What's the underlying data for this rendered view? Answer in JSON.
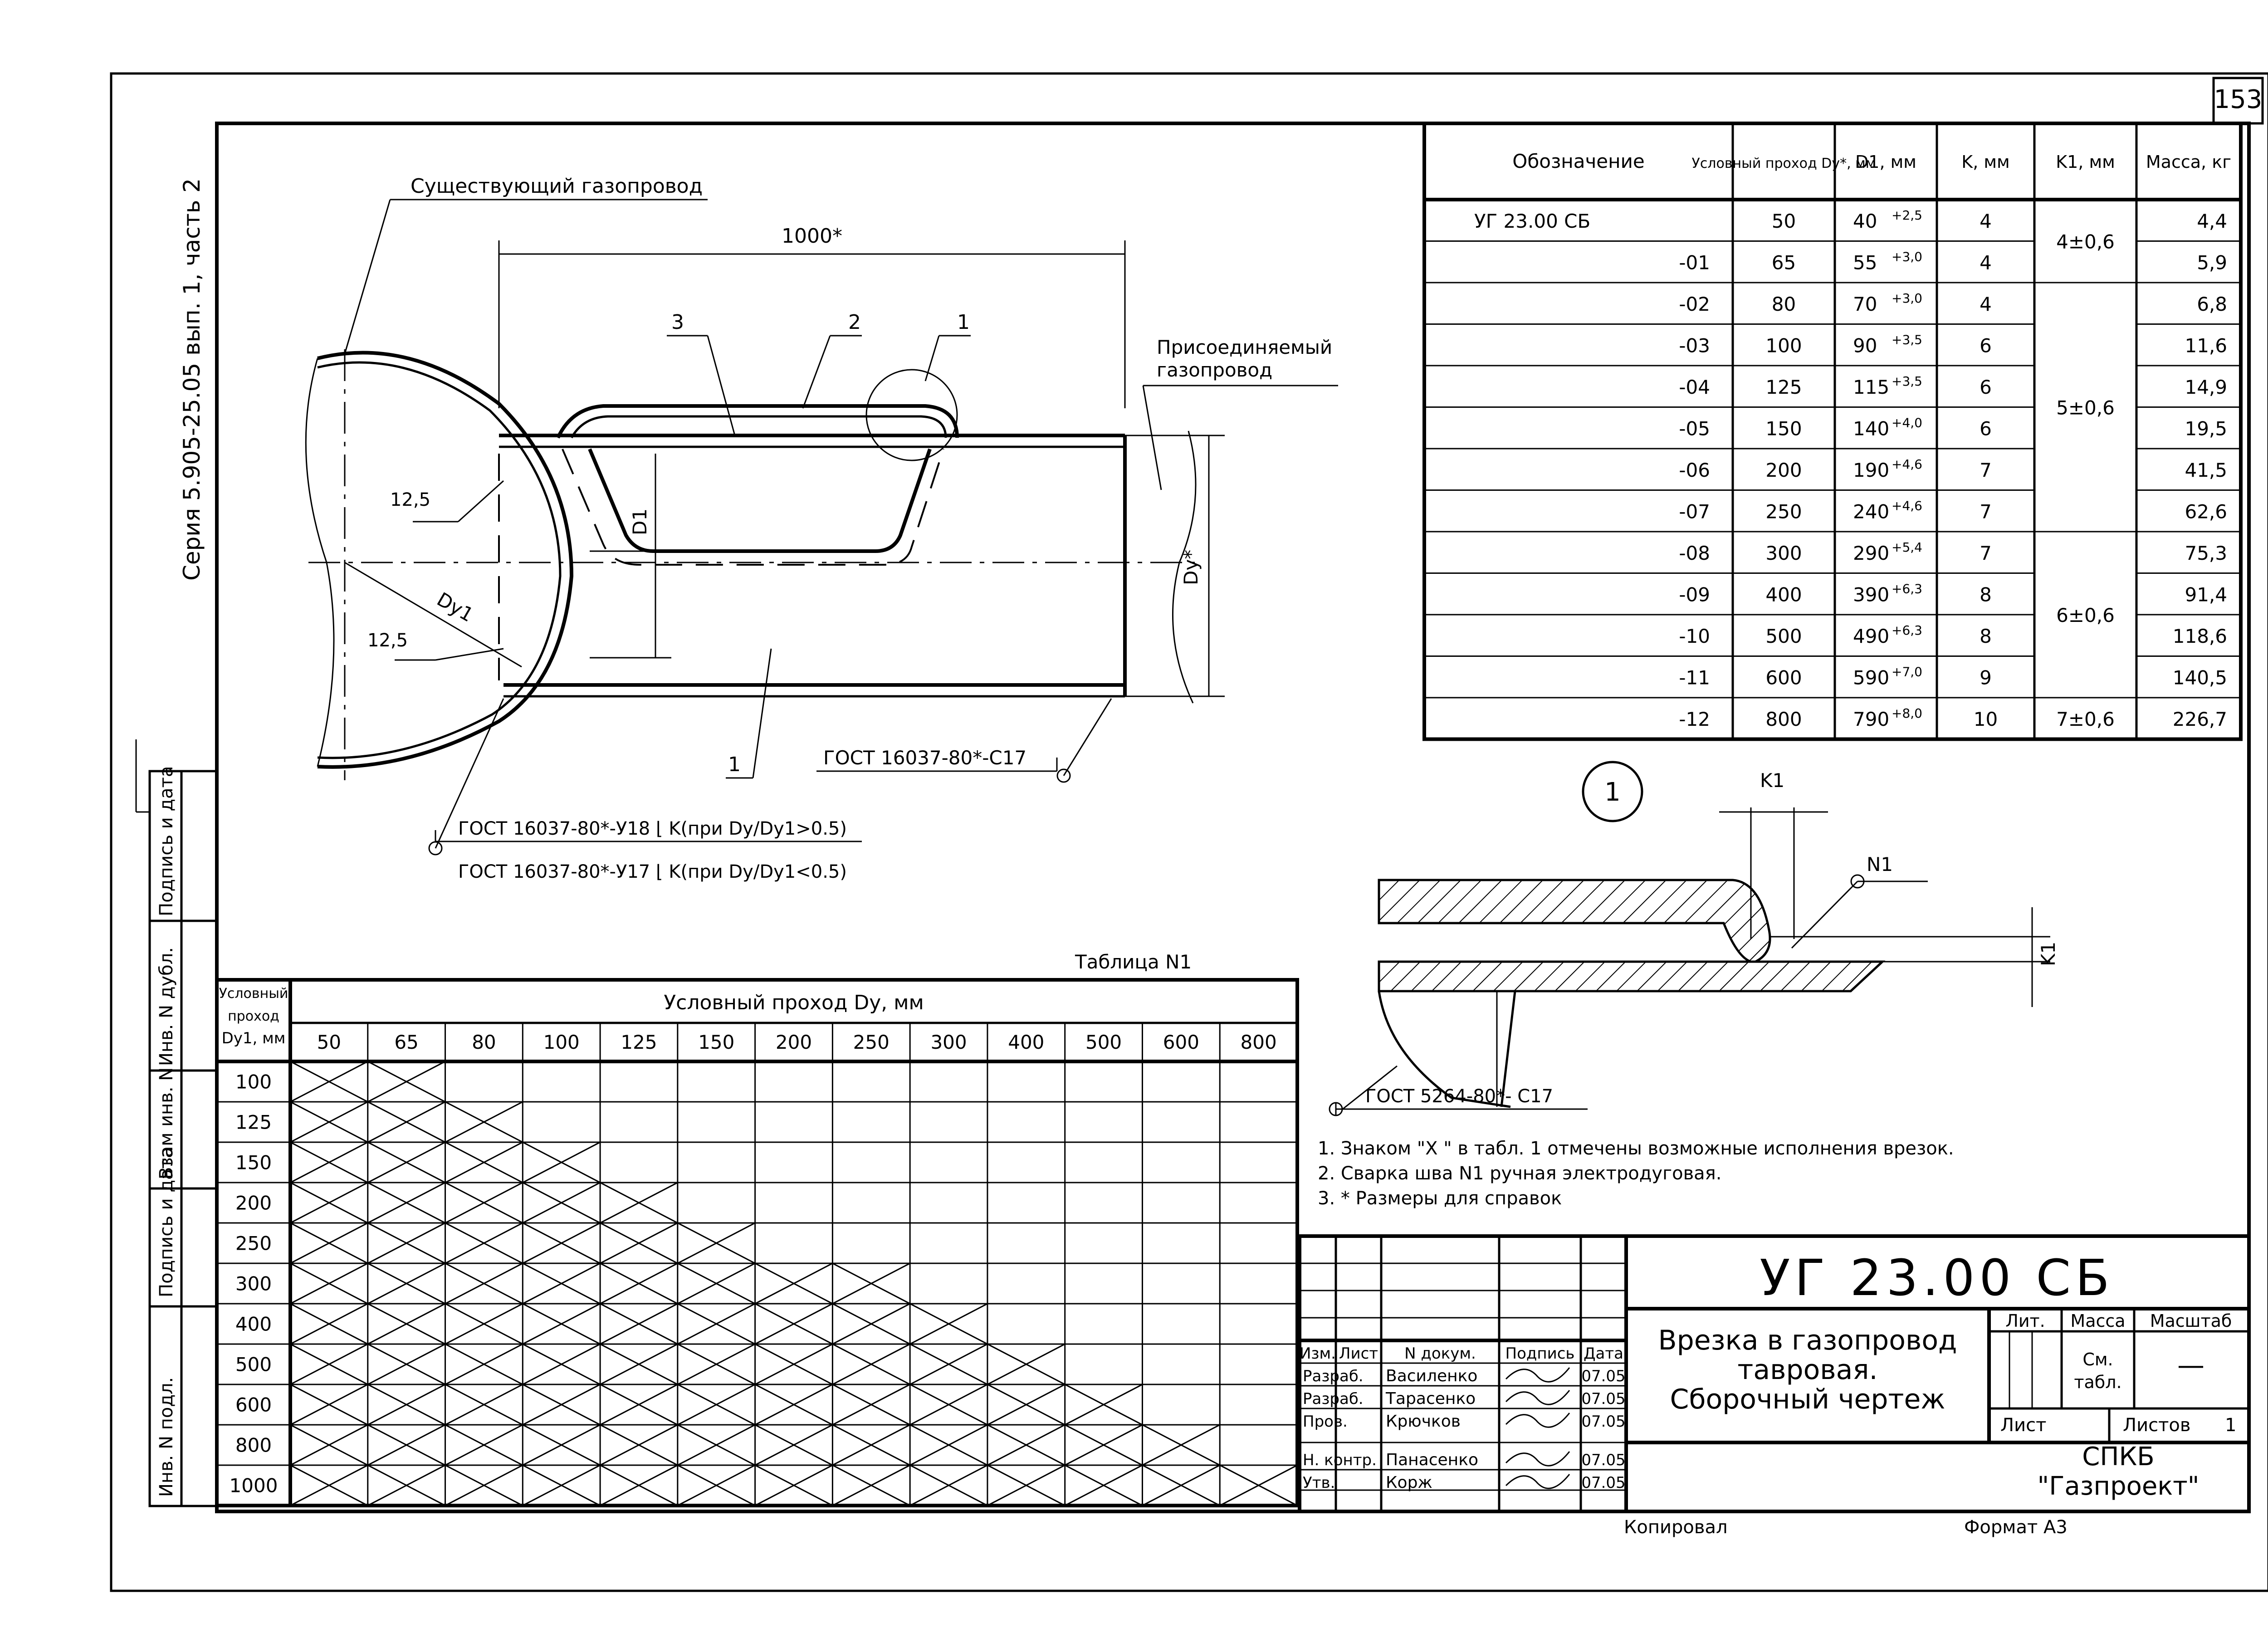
{
  "page_number": "153",
  "series_label": "Серия 5.905-25.05 вып. 1, часть 2",
  "drawing": {
    "existing_pipe_label": "Существующий газопровод",
    "connected_pipe_label_1": "Присоединяемый",
    "connected_pipe_label_2": "газопровод",
    "dim_length": "1000*",
    "dim_d1": "D1",
    "dim_dy": "Dy*",
    "dim_dy1": "Dy1",
    "dim_125_a": "12,5",
    "dim_125_b": "12,5",
    "pos_1": "1",
    "pos_2": "2",
    "pos_3": "3",
    "pos_1_bottom": "1",
    "weld_c17": "ГОСТ 16037-80*-С17",
    "weld_u18": "ГОСТ 16037-80*-У18 ⌊ K(при Dy/Dy1>0.5)",
    "weld_u17": "ГОСТ 16037-80*-У17 ⌊ K(при Dy/Dy1<0.5)"
  },
  "detail": {
    "callout": "1",
    "k1_top": "K1",
    "k1_side": "K1",
    "n1": "N1",
    "weld": "ГОСТ 5264-80*- С17"
  },
  "notes": [
    "1. Знаком \"X \" в табл. 1 отмечены возможные исполнения врезок.",
    "2. Сварка шва N1 ручная электродуговая.",
    "3. * Размеры для справок"
  ],
  "spec_table": {
    "headers": [
      "Обозначение",
      "Условный проход Dy*, мм",
      "D1, мм",
      "K, мм",
      "K1, мм",
      "Масса, кг"
    ],
    "rows": [
      {
        "designation": "УГ 23.00 СБ",
        "dy": "50",
        "d1": "40",
        "tol": "+2,5",
        "k": "4",
        "mass": "4,4"
      },
      {
        "designation": "-01",
        "dy": "65",
        "d1": "55",
        "tol": "+3,0",
        "k": "4",
        "mass": "5,9"
      },
      {
        "designation": "-02",
        "dy": "80",
        "d1": "70",
        "tol": "+3,0",
        "k": "4",
        "mass": "6,8"
      },
      {
        "designation": "-03",
        "dy": "100",
        "d1": "90",
        "tol": "+3,5",
        "k": "6",
        "mass": "11,6"
      },
      {
        "designation": "-04",
        "dy": "125",
        "d1": "115",
        "tol": "+3,5",
        "k": "6",
        "mass": "14,9"
      },
      {
        "designation": "-05",
        "dy": "150",
        "d1": "140",
        "tol": "+4,0",
        "k": "6",
        "mass": "19,5"
      },
      {
        "designation": "-06",
        "dy": "200",
        "d1": "190",
        "tol": "+4,6",
        "k": "7",
        "mass": "41,5"
      },
      {
        "designation": "-07",
        "dy": "250",
        "d1": "240",
        "tol": "+4,6",
        "k": "7",
        "mass": "62,6"
      },
      {
        "designation": "-08",
        "dy": "300",
        "d1": "290",
        "tol": "+5,4",
        "k": "7",
        "mass": "75,3"
      },
      {
        "designation": "-09",
        "dy": "400",
        "d1": "390",
        "tol": "+6,3",
        "k": "8",
        "mass": "91,4"
      },
      {
        "designation": "-10",
        "dy": "500",
        "d1": "490",
        "tol": "+6,3",
        "k": "8",
        "mass": "118,6"
      },
      {
        "designation": "-11",
        "dy": "600",
        "d1": "590",
        "tol": "+7,0",
        "k": "9",
        "mass": "140,5"
      },
      {
        "designation": "-12",
        "dy": "800",
        "d1": "790",
        "tol": "+8,0",
        "k": "10",
        "mass": "226,7"
      }
    ],
    "k1_groups": [
      {
        "from": 0,
        "to": 1,
        "value": "4±0,6"
      },
      {
        "from": 2,
        "to": 7,
        "value": "5±0,6"
      },
      {
        "from": 8,
        "to": 11,
        "value": "6±0,6"
      },
      {
        "from": 12,
        "to": 12,
        "value": "7±0,6"
      }
    ]
  },
  "matrix_table": {
    "caption": "Таблица N1",
    "corner_header_1": "Условный",
    "corner_header_2": "проход",
    "corner_header_3": "Dy1, мм",
    "group_header": "Условный проход Dy, мм",
    "columns": [
      "50",
      "65",
      "80",
      "100",
      "125",
      "150",
      "200",
      "250",
      "300",
      "400",
      "500",
      "600",
      "800"
    ],
    "rows": [
      "100",
      "125",
      "150",
      "200",
      "250",
      "300",
      "400",
      "500",
      "600",
      "800",
      "1000"
    ],
    "marked_counts": [
      2,
      3,
      4,
      5,
      6,
      8,
      9,
      10,
      11,
      12,
      13
    ]
  },
  "left_strip": [
    "Инв. N подл.",
    "Подпись и дата",
    "Взам инв. N",
    "Инв. N дубл.",
    "Подпись и дата"
  ],
  "title_block": {
    "code": "УГ 23.00 СБ",
    "title_line_1": "Врезка в газопровод",
    "title_line_2": "тавровая.",
    "title_line_3": "Сборочный чертеж",
    "lit_label": "Лит.",
    "mass_label": "Масса",
    "scale_label": "Масштаб",
    "mass_value_1": "См.",
    "mass_value_2": "табл.",
    "scale_value": "—",
    "sheet_label": "Лист",
    "sheets_label": "Листов",
    "sheets_value": "1",
    "org_1": "СПКБ",
    "org_2": "\"Газпроект\"",
    "header_cells": [
      "Изм.",
      "Лист",
      "N докум.",
      "Подпись",
      "Дата"
    ],
    "people": [
      {
        "role": "Разраб.",
        "name": "Василенко",
        "date": "07.05"
      },
      {
        "role": "Разраб.",
        "name": "Тарасенко",
        "date": "07.05"
      },
      {
        "role": "Пров.",
        "name": "Крючков",
        "date": "07.05"
      },
      {
        "role": "",
        "name": "",
        "date": ""
      },
      {
        "role": "Н. контр.",
        "name": "Панасенко",
        "date": "07.05"
      },
      {
        "role": "Утв.",
        "name": "Корж",
        "date": "07.05"
      }
    ],
    "copied": "Копировал",
    "format": "Формат А3"
  }
}
